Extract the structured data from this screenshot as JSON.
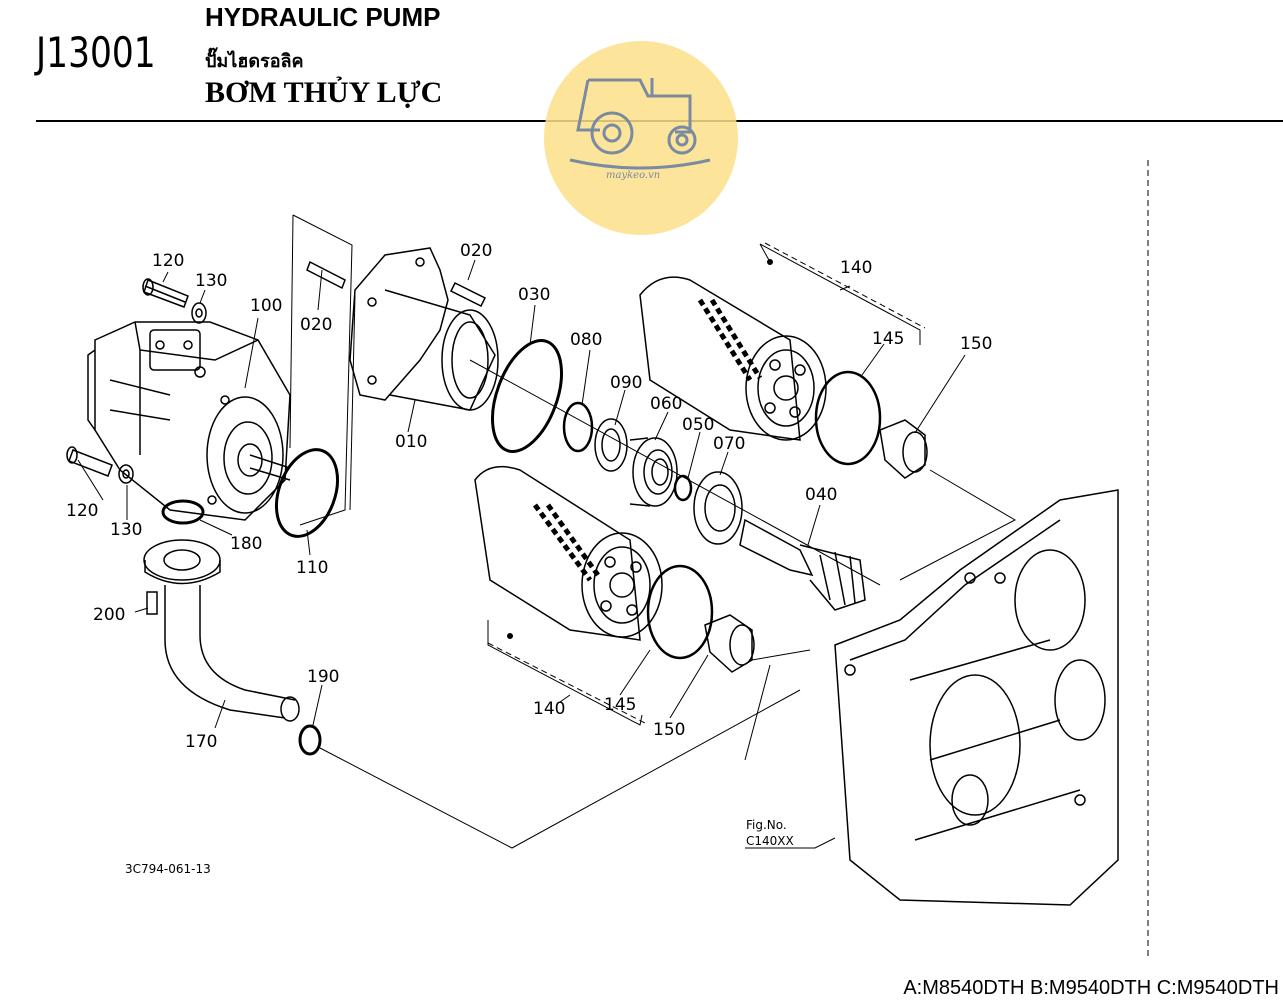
{
  "header": {
    "page_code": "J13001",
    "title_en": "HYDRAULIC PUMP",
    "title_th": "ปั๊มไฮดรอลิค",
    "title_vi": "BƠM THỦY LỰC"
  },
  "watermark": {
    "text": "maykeo.vn",
    "icon": "tractor-logo-icon"
  },
  "callouts": {
    "c120a": "120",
    "c130a": "130",
    "c100": "100",
    "c020a": "020",
    "c020b": "020",
    "c030": "030",
    "c140a": "140",
    "c145a": "145",
    "c150a": "150",
    "c080": "080",
    "c090": "090",
    "c060": "060",
    "c050": "050",
    "c070": "070",
    "c010": "010",
    "c040": "040",
    "c120b": "120",
    "c130b": "130",
    "c180": "180",
    "c110": "110",
    "c200": "200",
    "c190": "190",
    "c170": "170",
    "c140b": "140",
    "c145b": "145",
    "c150b": "150"
  },
  "figure_ref": {
    "line1": "Fig.No.",
    "line2": "C140XX"
  },
  "drawing_code": "3C794-061-13",
  "footer": {
    "models": "A:M8540DTH B:M9540DTH C:M9540DTH"
  }
}
